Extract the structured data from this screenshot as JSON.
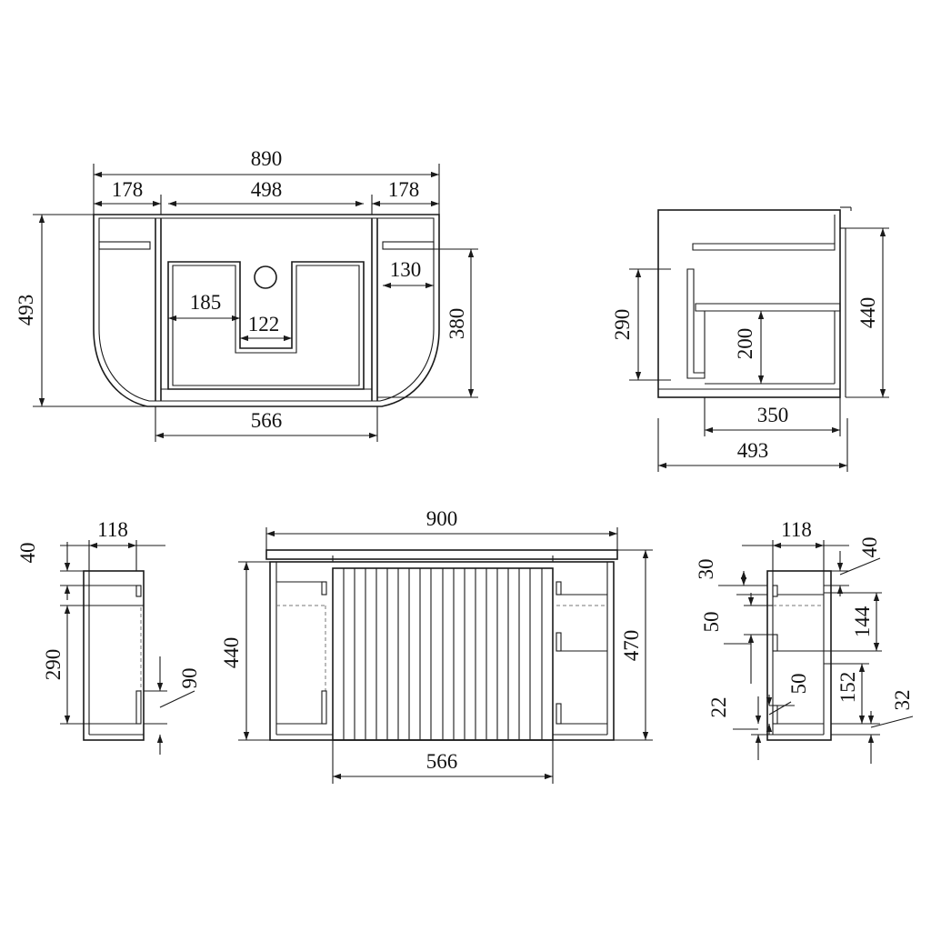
{
  "labels": {
    "top_overall": "890",
    "top_left_side": "178",
    "top_center": "498",
    "top_right_side": "178",
    "top_depth": "493",
    "top_drawer_gap": "130",
    "top_drawer_depth": "380",
    "top_cut_left": "185",
    "top_cut_width": "122",
    "top_inner_width": "566",
    "side_upper": "290",
    "side_height": "440",
    "side_shelf": "200",
    "side_drawer": "350",
    "side_depth": "493",
    "left_width": "118",
    "left_top": "40",
    "left_height": "290",
    "left_low": "90",
    "front_overall": "900",
    "front_height": "440",
    "front_total_height": "470",
    "front_door": "566",
    "right_width": "118",
    "right_top": "40",
    "right_30": "30",
    "right_144": "144",
    "right_50a": "50",
    "right_152": "152",
    "right_50b": "50",
    "right_22": "22",
    "right_32": "32"
  }
}
